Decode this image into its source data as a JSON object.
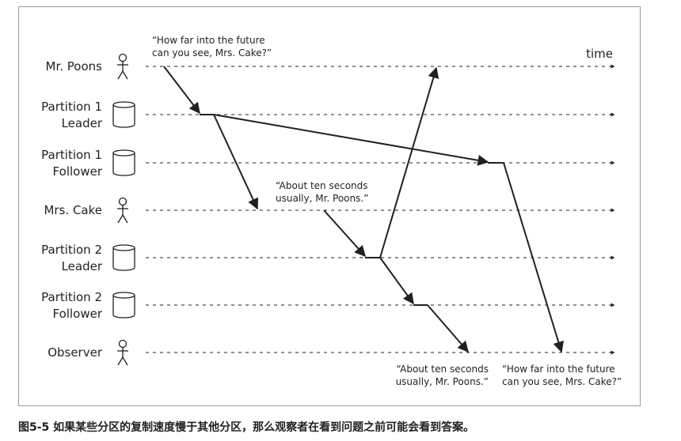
{
  "figure": {
    "caption": "图5-5 如果某些分区的复制速度慢于其他分区，那么观察者在看到问题之前可能会看到答案。",
    "time_label": "time"
  },
  "lanes": [
    {
      "id": "mr-poons",
      "label_lines": [
        "Mr. Poons"
      ],
      "icon": "stick-figure-icon"
    },
    {
      "id": "p1-leader",
      "label_lines": [
        "Partition 1",
        "Leader"
      ],
      "icon": "database-cylinder-icon"
    },
    {
      "id": "p1-follower",
      "label_lines": [
        "Partition 1",
        "Follower"
      ],
      "icon": "database-cylinder-icon"
    },
    {
      "id": "mrs-cake",
      "label_lines": [
        "Mrs. Cake"
      ],
      "icon": "stick-figure-icon"
    },
    {
      "id": "p2-leader",
      "label_lines": [
        "Partition 2",
        "Leader"
      ],
      "icon": "database-cylinder-icon"
    },
    {
      "id": "p2-follower",
      "label_lines": [
        "Partition 2",
        "Follower"
      ],
      "icon": "database-cylinder-icon"
    },
    {
      "id": "observer",
      "label_lines": [
        "Observer"
      ],
      "icon": "stick-figure-icon"
    }
  ],
  "quotes": {
    "question_top": [
      "“How far into the future",
      "can you see, Mrs. Cake?”"
    ],
    "answer_mid": [
      "“About ten seconds",
      "usually, Mr. Poons.”"
    ],
    "answer_bottom": [
      "“About ten seconds",
      "usually, Mr. Poons.”"
    ],
    "question_bottom": [
      "“How far into the future",
      "can you see, Mrs. Cake?”"
    ]
  },
  "colors": {
    "ink": "#231f20",
    "frame": "#9a9a9a"
  }
}
